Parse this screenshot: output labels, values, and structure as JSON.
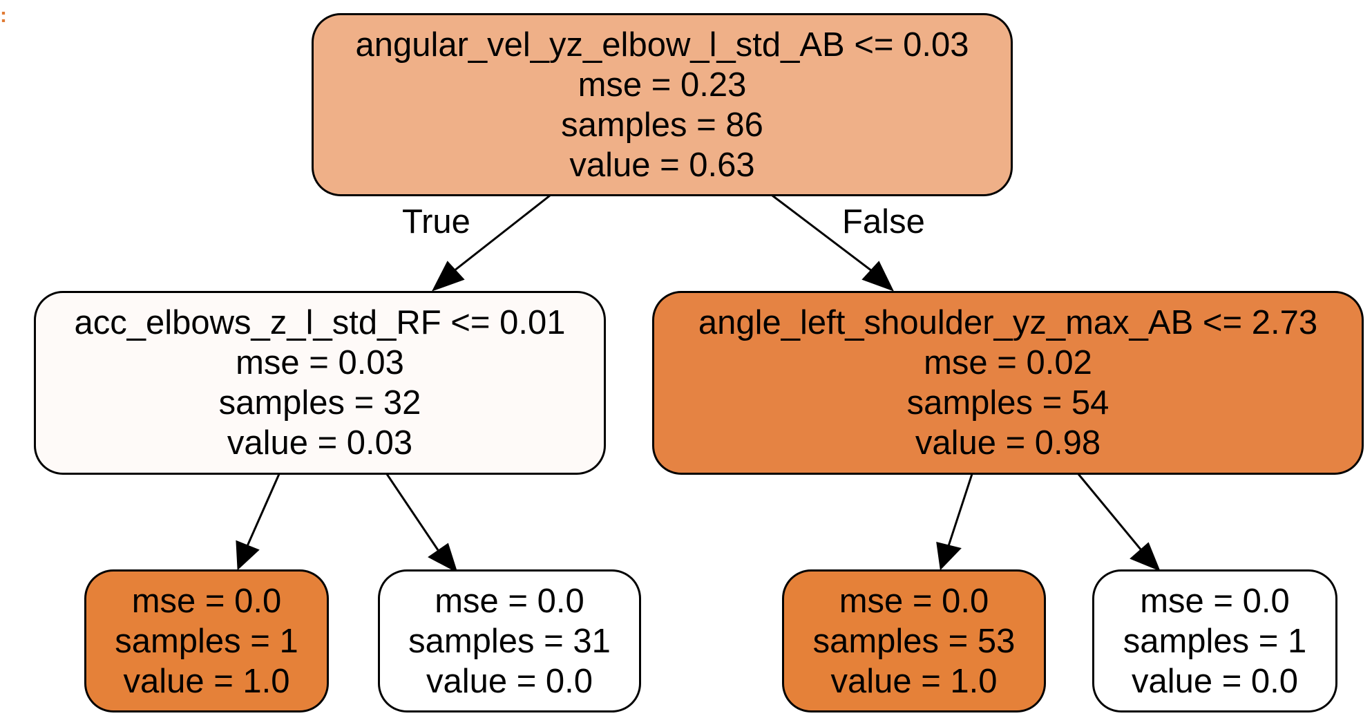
{
  "corner_mark": ":",
  "colors": {
    "root": "#efb088",
    "left_split": "#fefaf8",
    "right_split": "#e58343",
    "leaf_orange": "#e58139",
    "leaf_white": "#ffffff",
    "line": "#000000",
    "corner_mark": "#e07b35"
  },
  "edge_labels": {
    "true": "True",
    "false": "False"
  },
  "nodes": {
    "root": {
      "condition": "angular_vel_yz_elbow_l_std_AB <= 0.03",
      "mse": "mse = 0.23",
      "samples": "samples = 86",
      "value": "value = 0.63"
    },
    "left": {
      "condition": "acc_elbows_z_l_std_RF <= 0.01",
      "mse": "mse = 0.03",
      "samples": "samples = 32",
      "value": "value = 0.03"
    },
    "right": {
      "condition": "angle_left_shoulder_yz_max_AB <= 2.73",
      "mse": "mse = 0.02",
      "samples": "samples = 54",
      "value": "value = 0.98"
    },
    "leaf_ll": {
      "mse": "mse = 0.0",
      "samples": "samples = 1",
      "value": "value = 1.0"
    },
    "leaf_lr": {
      "mse": "mse = 0.0",
      "samples": "samples = 31",
      "value": "value = 0.0"
    },
    "leaf_rl": {
      "mse": "mse = 0.0",
      "samples": "samples = 53",
      "value": "value = 1.0"
    },
    "leaf_rr": {
      "mse": "mse = 0.0",
      "samples": "samples = 1",
      "value": "value = 0.0"
    }
  }
}
